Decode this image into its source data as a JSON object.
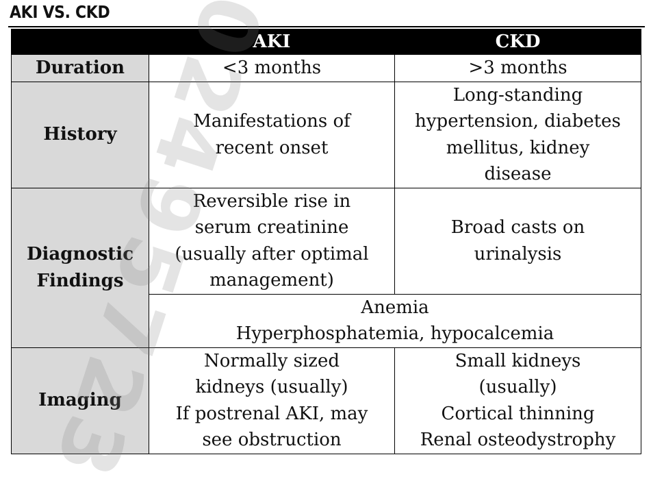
{
  "title": "AKI VS. CKD",
  "watermark": "02495723",
  "table": {
    "header": {
      "corner": "",
      "col1": "AKI",
      "col2": "CKD"
    },
    "rows": {
      "duration": {
        "label": "Duration",
        "aki": "<3 months",
        "ckd": ">3 months"
      },
      "history": {
        "label": "History",
        "aki": [
          "Manifestations of",
          "recent onset"
        ],
        "ckd": [
          "Long-standing",
          "hypertension, diabetes",
          "mellitus, kidney",
          "disease"
        ]
      },
      "diagnostic": {
        "label": [
          "Diagnostic",
          "Findings"
        ],
        "aki": [
          "Reversible rise in",
          "serum creatinine",
          "(usually after optimal",
          "management)"
        ],
        "ckd": [
          "Broad casts on",
          "urinalysis"
        ],
        "shared": [
          "Anemia",
          "Hyperphosphatemia, hypocalcemia"
        ]
      },
      "imaging": {
        "label": "Imaging",
        "aki": [
          "Normally sized",
          "kidneys (usually)",
          "If postrenal AKI, may",
          "see obstruction"
        ],
        "ckd": [
          "Small kidneys",
          "(usually)",
          "Cortical thinning",
          "Renal osteodystrophy"
        ]
      }
    }
  }
}
